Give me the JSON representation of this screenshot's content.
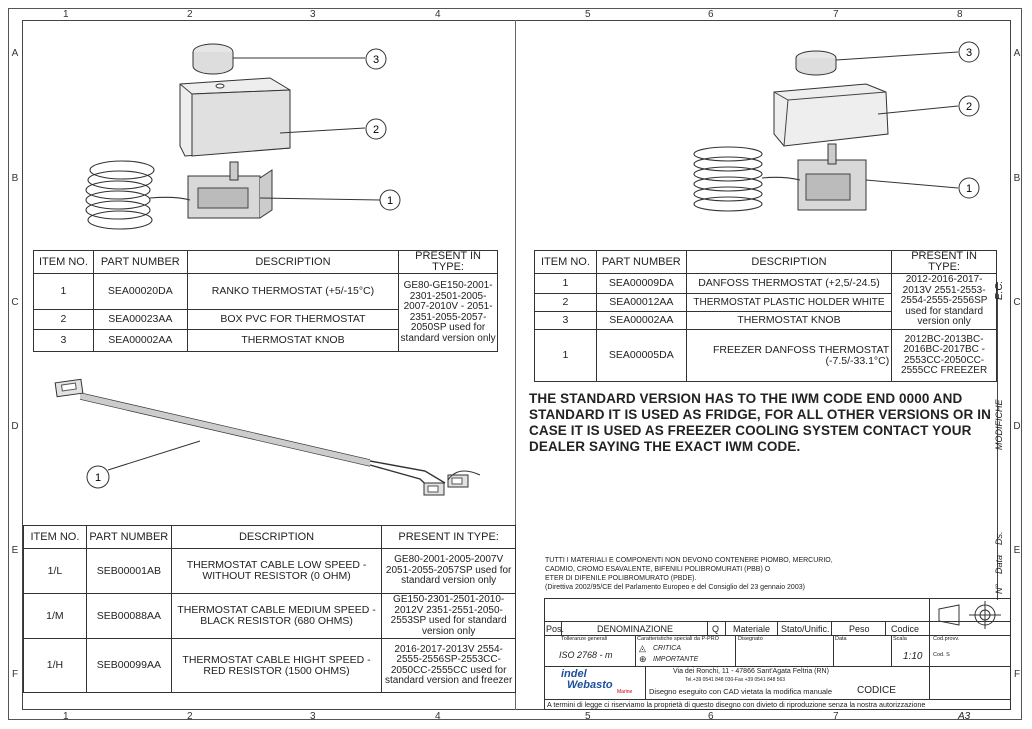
{
  "grid": {
    "cols": [
      "1",
      "2",
      "3",
      "4",
      "5",
      "6",
      "7",
      "8"
    ],
    "rows": [
      "A",
      "B",
      "C",
      "D",
      "E",
      "F"
    ]
  },
  "callouts": {
    "one": "1",
    "two": "2",
    "three": "3"
  },
  "table_headers": {
    "item": "ITEM NO.",
    "part": "PART NUMBER",
    "desc": "DESCRIPTION",
    "present": "PRESENT IN TYPE:"
  },
  "table_left": [
    {
      "item": "1",
      "part": "SEA00020DA",
      "desc": "RANKO THERMOSTAT (+5/-15°C)",
      "present": "GE80-GE150-2001-2301-2501-2005-2007-2010V - 2051-2351-2055-2057-2050SP used for standard version only"
    },
    {
      "item": "2",
      "part": "SEA00023AA",
      "desc": "BOX PVC FOR THERMOSTAT"
    },
    {
      "item": "3",
      "part": "SEA00002AA",
      "desc": "THERMOSTAT KNOB"
    }
  ],
  "table_right": [
    {
      "item": "1",
      "part": "SEA00009DA",
      "desc": "DANFOSS THERMOSTAT (+2,5/-24.5)",
      "present": "2012-2016-2017-2013V 2551-2553-2554-2555-2556SP used for standard version only"
    },
    {
      "item": "2",
      "part": "SEA00012AA",
      "desc": "THERMOSTAT PLASTIC HOLDER WHITE"
    },
    {
      "item": "3",
      "part": "SEA00002AA",
      "desc": "THERMOSTAT KNOB"
    },
    {
      "item": "1",
      "part": "SEA00005DA",
      "desc": "FREEZER DANFOSS THERMOSTAT (-7.5/-33.1°C)",
      "present": "2012BC-2013BC-2016BC-2017BC - 2553CC-2050CC-2555CC FREEZER"
    }
  ],
  "table_cable": [
    {
      "item": "1/L",
      "part": "SEB00001AB",
      "desc": "THERMOSTAT CABLE LOW SPEED - WITHOUT RESISTOR (0 OHM)",
      "present": "GE80-2001-2005-2007V 2051-2055-2057SP used for standard version only"
    },
    {
      "item": "1/M",
      "part": "SEB00088AA",
      "desc": "THERMOSTAT CABLE MEDIUM SPEED - BLACK RESISTOR (680 OHMS)",
      "present": "GE150-2301-2501-2010-2012V 2351-2551-2050-2553SP used for standard version only"
    },
    {
      "item": "1/H",
      "part": "SEB00099AA",
      "desc": "THERMOSTAT CABLE  HIGHT SPEED - RED RESISTOR (1500 OHMS)",
      "present": "2016-2017-2013V 2554-2555-2556SP-2553CC-2050CC-2555CC used for standard version and freezer"
    }
  ],
  "note": "THE STANDARD VERSION HAS TO THE IWM CODE END 0000 AND STANDARD IT  IS USED AS FRIDGE, FOR ALL OTHER VERSIONS OR IN CASE IT IS USED AS FREEZER COOLING SYSTEM CONTACT YOUR DEALER SAYING THE EXACT IWM CODE.",
  "materials_notice": [
    "TUTTI I MATERIALI E COMPONENTI NON DEVONO CONTENERE PIOMBO, MERCURIO,",
    "CADMIO, CROMO ESAVALENTE, BIFENILI POLIBROMURATI (PBB) O",
    "ETER DI DIFENILE POLIBROMURATO (PBDE).",
    "(Direttiva 2002/95/CE del Parlamento Europeo e del Consiglio del 23 gennaio 2003)"
  ],
  "revision_labels": {
    "ec": "E.C.",
    "modifiche": "MODIFICHE",
    "ds": "Ds.",
    "data": "Data",
    "n": "N°"
  },
  "title_block": {
    "pos": "Pos.",
    "denominazione": "DENOMINAZIONE",
    "q": "Q",
    "materiale": "Materiale",
    "stato": "Stato/Unific.",
    "peso": "Peso",
    "codice": "Codice",
    "tolleranze": "Tolleranze generali",
    "caratteristiche": "Caratteristiche speciali da P-PRO",
    "disegnato": "Disegnato",
    "data": "Data",
    "scala": "Scala",
    "cod_prov": "Cod.provv.",
    "cod_s": "Cod. S",
    "iso": "ISO 2768 - m",
    "critica": "CRITICA",
    "importante": "IMPORTANTE",
    "scale_value": "1:10",
    "logo_top": "indel",
    "logo_bottom": "Webasto",
    "logo_tag": "Marine",
    "address": "Via dei Ronchi, 11 - 47866 Sant'Agata Feltria (RN)",
    "phone": "Tel.+39 0541 848 030-Fax +39 0541 848 563",
    "cad_notice": "Disegno eseguito con CAD vietata la modifica manuale",
    "codice_label": "CODICE",
    "legal": "A termini di legge ci riserviamo la proprietà di questo disegno con divieto di riproduzione senza la nostra autorizzazione",
    "sheet": "A3"
  }
}
